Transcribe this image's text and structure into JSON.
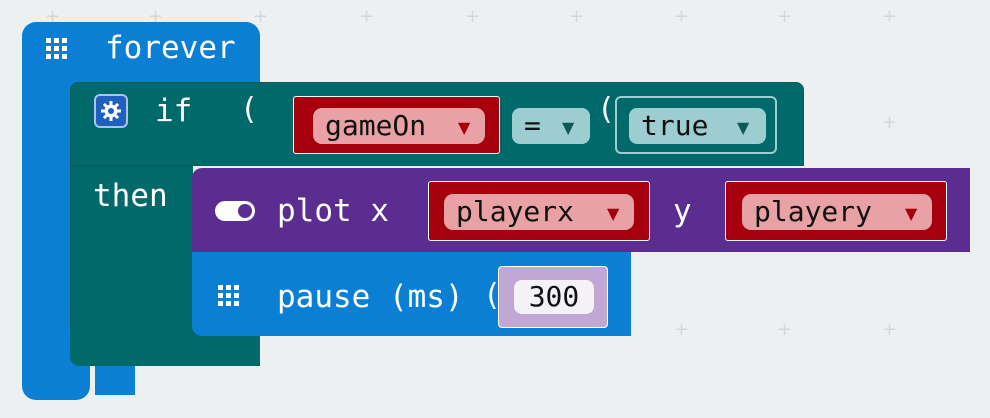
{
  "workspace": {
    "background": "#ecf0f1"
  },
  "blocks": {
    "forever": {
      "label": "forever",
      "icon": "grid-icon",
      "color": "#0a7fd3"
    },
    "if": {
      "keyword": "if",
      "then": "then",
      "icon": "gear-icon",
      "color": "#006a6b"
    },
    "condition": {
      "left_var": "gameOn",
      "operator": "=",
      "right_value": "true"
    },
    "plot": {
      "label": "plot x",
      "y_label": "y",
      "x_var": "playerx",
      "y_var": "playery",
      "icon": "toggle-icon",
      "color": "#5c2d91"
    },
    "pause": {
      "label": "pause (ms)",
      "value": "300",
      "icon": "grid-icon",
      "color": "#0a7fd3"
    }
  },
  "dropdown_caret": "▼"
}
